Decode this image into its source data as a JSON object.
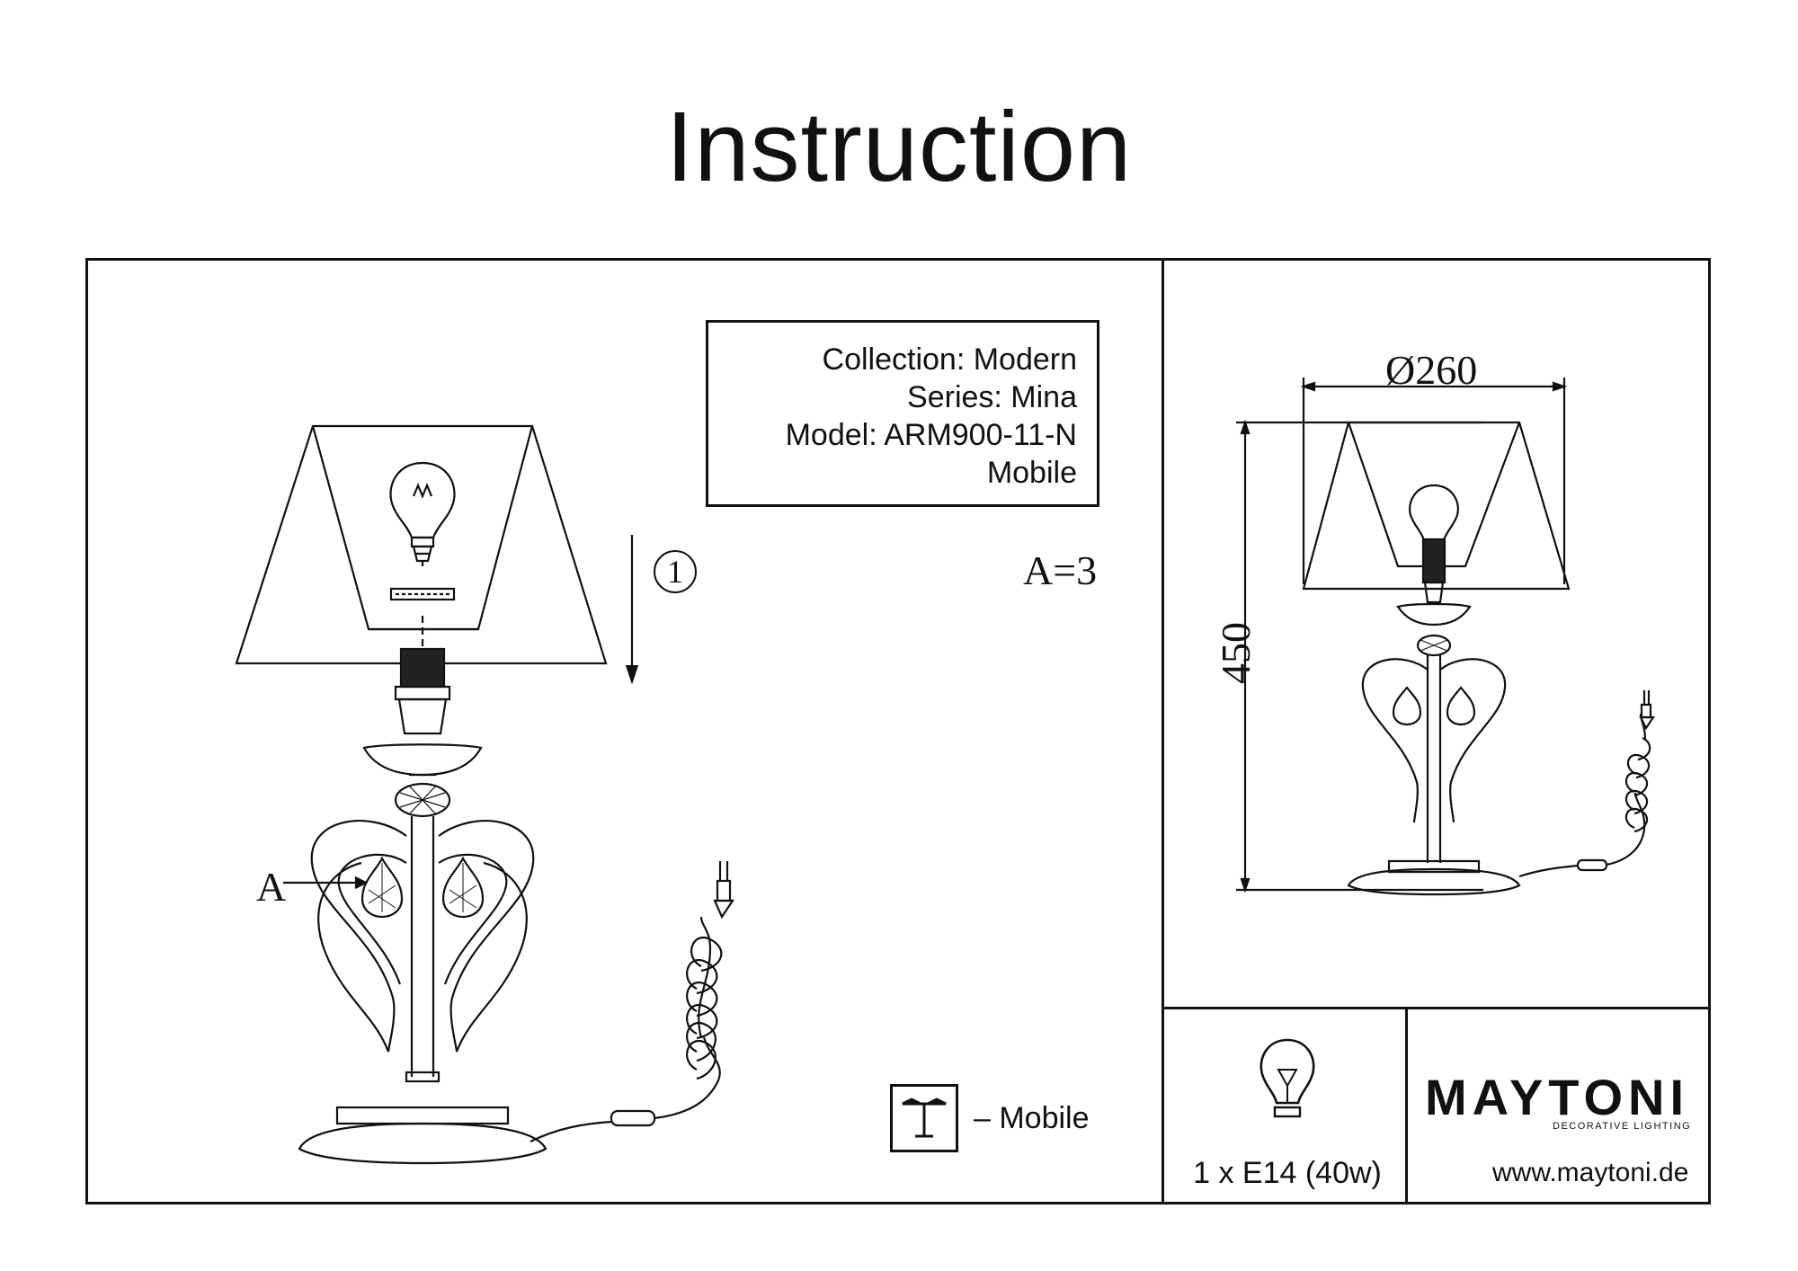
{
  "title": "Instruction",
  "info": {
    "collection": "Collection: Modern",
    "series": "Series: Mina",
    "model": "Model: ARM900-11-N",
    "type": "Mobile"
  },
  "assembly": {
    "step": "1",
    "part_label": "A",
    "part_count": "A=3"
  },
  "dimensions": {
    "diameter": "Ø260",
    "height": "450"
  },
  "legend": {
    "mobile_label": "– Mobile"
  },
  "bulb": {
    "spec": "1 x E14 (40w)"
  },
  "brand": {
    "name": "MAYTONI",
    "tagline": "DECORATIVE LIGHTING",
    "website": "www.maytoni.de"
  },
  "icons": [
    "bulb-icon",
    "lampshade-icon",
    "plug-icon",
    "crystal-icon",
    "arrow-down-icon",
    "mobile-lamp-icon"
  ]
}
